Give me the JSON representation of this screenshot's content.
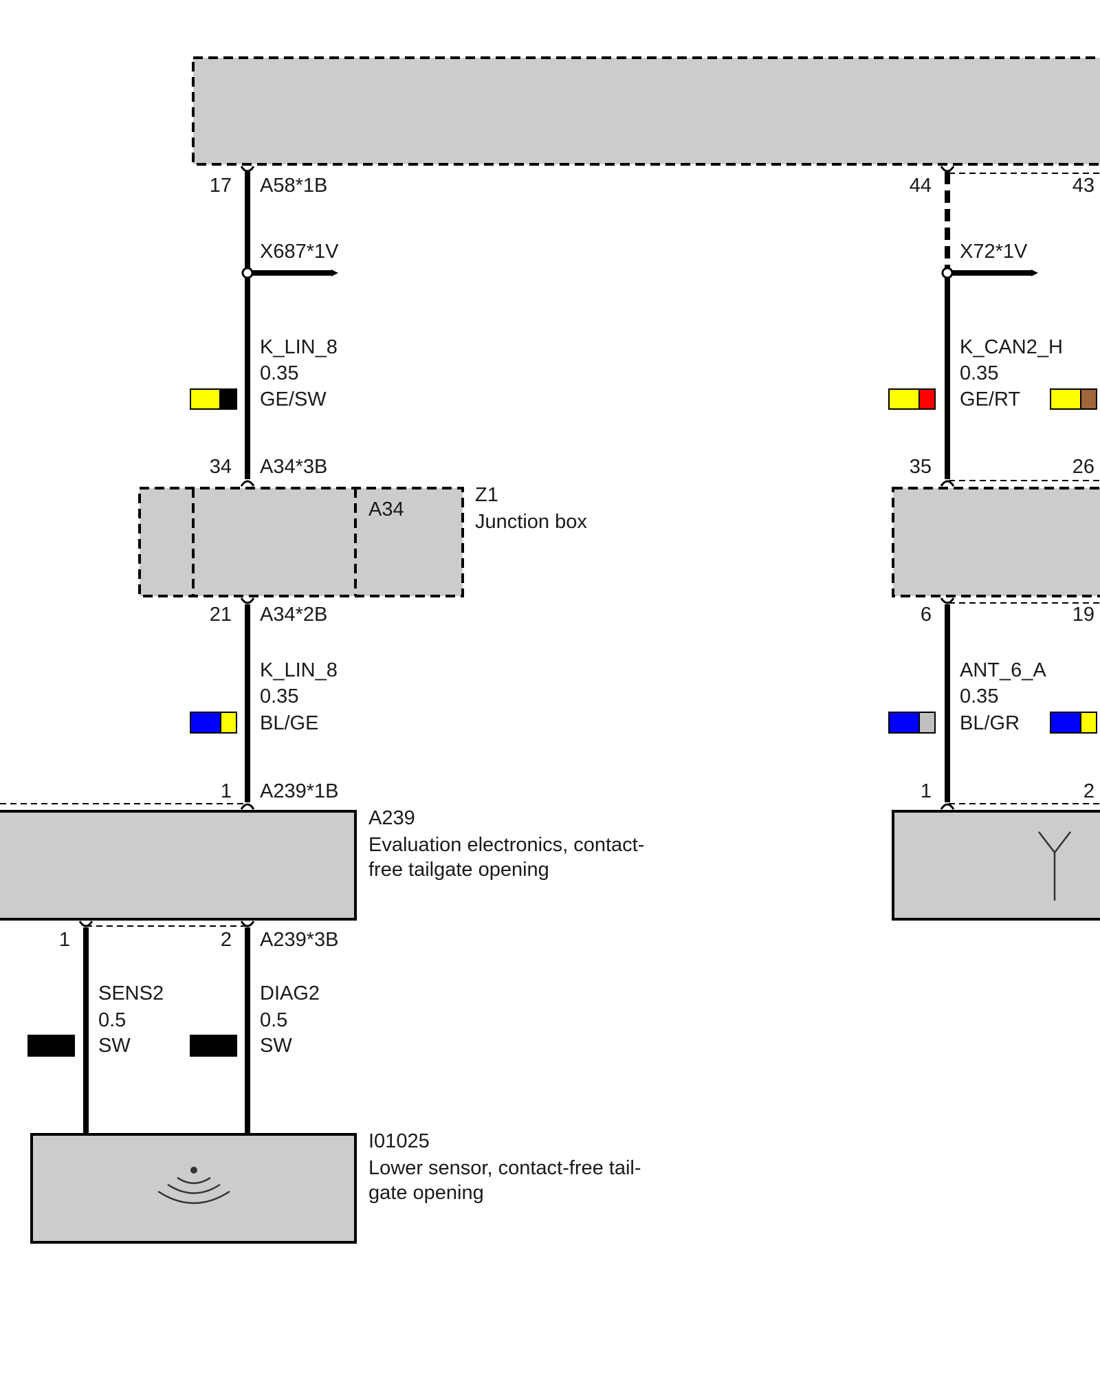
{
  "colors": {
    "component_fill": "#cccccc",
    "wire": "#000000",
    "yellow": "#ffff00",
    "black": "#000000",
    "red": "#ff0000",
    "brown": "#a0673a",
    "blue": "#0000ff",
    "grey": "#c0c0c0"
  },
  "modules": {
    "top_module": {},
    "junction_box": {
      "id": "Z1",
      "name": "Junction box",
      "sub_id": "A34"
    },
    "evaluation_electronics": {
      "id": "A239",
      "name_line1": "Evaluation electronics, contact-",
      "name_line2": "free tailgate opening"
    },
    "lower_sensor": {
      "id": "I01025",
      "name_line1": "Lower sensor, contact-free tail-",
      "name_line2": "gate opening",
      "icon": "sensor-waves-icon"
    },
    "antenna_module": {
      "icon": "antenna-icon"
    }
  },
  "pins": {
    "p17": "17",
    "a58_1b": "A58*1B",
    "p44": "44",
    "p43": "43",
    "p34": "34",
    "a34_3b": "A34*3B",
    "p35": "35",
    "p26": "26",
    "p21": "21",
    "a34_2b": "A34*2B",
    "p6": "6",
    "p19": "19",
    "p1_left": "1",
    "a239_1b": "A239*1B",
    "p1_right": "1",
    "p2_right": "2",
    "p1_bottom": "1",
    "p2_bottom": "2",
    "a239_3b": "A239*3B"
  },
  "connectors": {
    "x687": "X687*1V",
    "x72": "X72*1V"
  },
  "wires": {
    "w1": {
      "signal": "K_LIN_8",
      "size": "0.35",
      "color_code": "GE/SW"
    },
    "w2": {
      "signal": "K_CAN2_H",
      "size": "0.35",
      "color_code": "GE/RT"
    },
    "w3": {
      "signal": "K_LIN_8",
      "size": "0.35",
      "color_code": "BL/GE"
    },
    "w4": {
      "signal": "ANT_6_A",
      "size": "0.35",
      "color_code": "BL/GR"
    },
    "w5": {
      "signal": "SENS2",
      "size": "0.5",
      "color_code": "SW"
    },
    "w6": {
      "signal": "DIAG2",
      "size": "0.5",
      "color_code": "SW"
    }
  }
}
